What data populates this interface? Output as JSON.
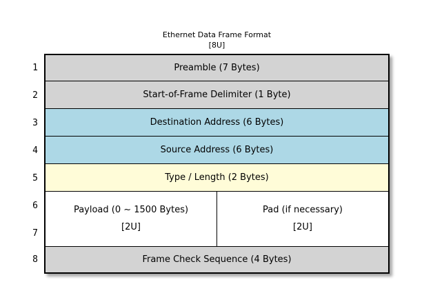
{
  "title": {
    "line1": "Ethernet Data Frame Format",
    "line2": "[8U]"
  },
  "colors": {
    "header_gray": "#d3d3d3",
    "address_blue": "#add8e6",
    "type_yellow": "#fffcd8",
    "payload_white": "#ffffff",
    "border_black": "#000000"
  },
  "row_numbers": [
    "1",
    "2",
    "3",
    "4",
    "5",
    "6",
    "7",
    "8"
  ],
  "rows": [
    {
      "label": "Preamble (7 Bytes)",
      "color": "header_gray"
    },
    {
      "label": "Start-of-Frame Delimiter (1 Byte)",
      "color": "header_gray"
    },
    {
      "label": "Destination Address (6 Bytes)",
      "color": "address_blue"
    },
    {
      "label": "Source Address (6 Bytes)",
      "color": "address_blue"
    },
    {
      "label": "Type / Length (2 Bytes)",
      "color": "type_yellow"
    },
    {
      "color": "payload_white",
      "cells": [
        {
          "line1": "Payload (0 ~ 1500 Bytes)",
          "line2": "[2U]"
        },
        {
          "line1": "Pad (if necessary)",
          "line2": "[2U]"
        }
      ]
    },
    {
      "label": "Frame Check Sequence (4 Bytes)",
      "color": "header_gray"
    }
  ]
}
